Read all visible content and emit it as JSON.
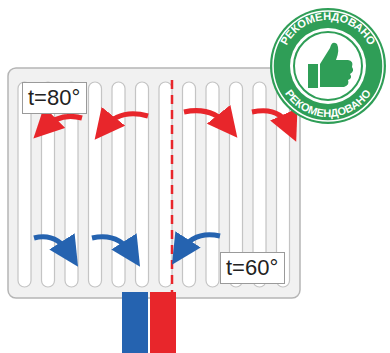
{
  "diagram": {
    "nodes": [
      {
        "text": [
          "t=80°"
        ]
      },
      {
        "text": [
          "t=60°"
        ]
      }
    ],
    "labels": [
      "РЕКОМЕНДОВАНО",
      "РЕКОМЕНДОВАНО"
    ]
  }
}
